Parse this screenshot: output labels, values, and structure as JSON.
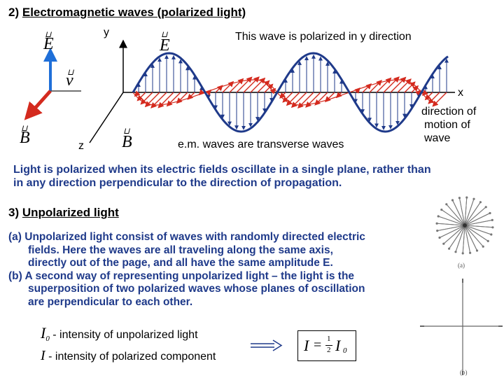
{
  "section2": {
    "number": "2)",
    "title": "Electromagnetic waves (polarized light)"
  },
  "diagram": {
    "axis_y": "y",
    "axis_x": "x",
    "axis_z": "z",
    "caption_top": "This wave is polarized in y direction",
    "caption_bottom": "e.m. waves are transverse waves",
    "motion_label": [
      "direction of",
      "motion of",
      "wave"
    ],
    "vector_E": "E",
    "vector_v": "v",
    "vector_B": "B",
    "wave_E_label": "E",
    "wave_B_label": "B",
    "colors": {
      "electric": "#1f3a8a",
      "magnetic": "#d42a1e",
      "axis": "#000000"
    }
  },
  "paragraph": {
    "line1": "Light is polarized when its electric fields oscillate in a single plane, rather than",
    "line2": "in any direction perpendicular to the direction of propagation."
  },
  "section3": {
    "number": "3)",
    "title": "Unpolarized light"
  },
  "items": {
    "a_label": "(a)",
    "a_line1": "Unpolarized light consist of waves with randomly directed electric",
    "a_line2": "fields.  Here the waves are all traveling along the same axis,",
    "a_line3": "directly out of the page, and all have the same amplitude E.",
    "b_label": "(b)",
    "b_line1": "A second way of representing unpolarized light – the light is the",
    "b_line2": "superposition of two polarized waves whose planes of oscillation",
    "b_line3": "are perpendicular to each other."
  },
  "intensity": {
    "I0_symbol": "I",
    "I0_sub": "0",
    "I0_text": "- intensity of unpolarized light",
    "I_symbol": "I",
    "I_text": "- intensity of polarized component",
    "formula_lhs": "I",
    "formula_eq": "=",
    "formula_num": "1",
    "formula_den": "2",
    "formula_rhs": "I",
    "formula_rhs_sub": "0"
  },
  "figure_labels": {
    "a": "(a)",
    "b": "(b)"
  }
}
